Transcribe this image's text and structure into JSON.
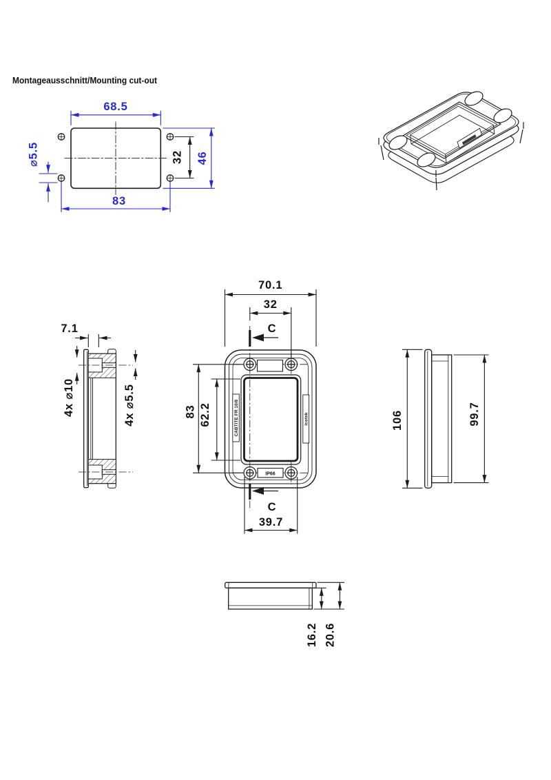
{
  "drawing": {
    "title": "Montageausschnitt/Mounting cut-out",
    "colors": {
      "dim_blue": "#2828d4",
      "line": "#1c1c1c"
    },
    "cutout": {
      "w_top": "68.5",
      "w_holes": "83",
      "hole_dia": "⌀5.5",
      "holes_v": "32",
      "height": "46"
    },
    "front": {
      "width": "70.1",
      "screws_h": "32",
      "section_top": "C",
      "section_bottom": "C",
      "screws_v": "83",
      "opening_h": "62.2",
      "opening_w": "39.7",
      "label_left": "CABTITE FR 10/8",
      "label_right": "icotek",
      "label_ip": "IP66"
    },
    "section": {
      "wall": "7.1",
      "counterbore": "4x ⌀10",
      "hole": "4x ⌀5.5"
    },
    "side": {
      "flange_h": "106",
      "body_h": "99.7"
    },
    "bottom": {
      "body_d": "16.2",
      "total_d": "20.6"
    }
  }
}
